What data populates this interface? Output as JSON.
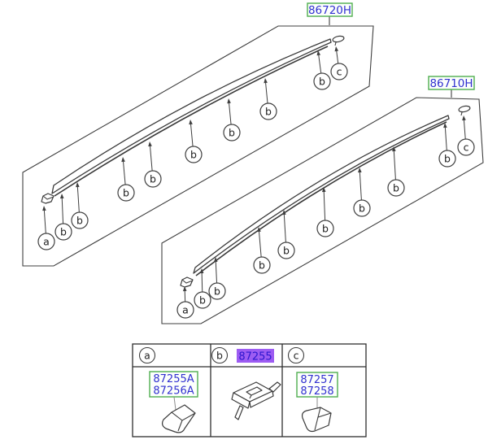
{
  "title": "roof-moulding-parts-diagram",
  "colors": {
    "line": "#3f3f3f",
    "part_label_text": "#3030d0",
    "part_label_border": "#4fae4f",
    "highlight_bg": "#9d5cf2",
    "highlight_text": "#2d16cf"
  },
  "assemblies": [
    {
      "label": "86720H",
      "callouts": [
        "a",
        "b",
        "b",
        "b",
        "b",
        "b",
        "b",
        "b",
        "b",
        "c"
      ]
    },
    {
      "label": "86710H",
      "callouts": [
        "a",
        "b",
        "b",
        "b",
        "b",
        "b",
        "b",
        "b",
        "b",
        "c"
      ]
    }
  ],
  "legend": {
    "columns": [
      {
        "key": "a",
        "parts": [
          "87255A",
          "87256A"
        ],
        "highlighted_part": ""
      },
      {
        "key": "b",
        "parts": [],
        "highlighted_part": "87255"
      },
      {
        "key": "c",
        "parts": [
          "87257",
          "87258"
        ],
        "highlighted_part": ""
      }
    ]
  }
}
